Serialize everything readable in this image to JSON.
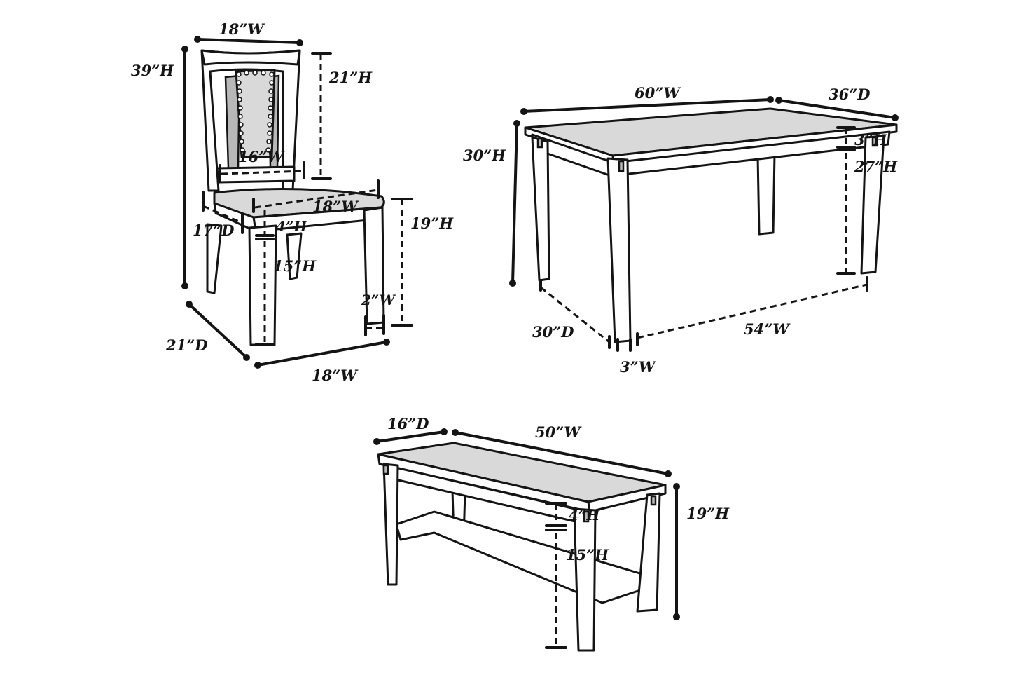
{
  "colors": {
    "ink": "#141414",
    "fill": "#d9d9d9",
    "panel": "#b8b8b8",
    "bg": "#ffffff"
  },
  "chair": {
    "overall_width": "18”W",
    "overall_height": "39”H",
    "back_height": "21”H",
    "back_width": "16”W",
    "seat_width": "18”W",
    "seat_depth": "17”D",
    "apron_height": "4”H",
    "seat_height": "19”H",
    "leg_height": "15”H",
    "leg_width": "2”W",
    "base_depth": "21”D",
    "base_width": "18”W"
  },
  "table": {
    "top_width": "60”W",
    "top_depth": "36”D",
    "height": "30”H",
    "apron_height": "3”H",
    "leg_height": "27”H",
    "base_depth": "30”D",
    "base_width": "54”W",
    "leg_width": "3”W"
  },
  "bench": {
    "depth": "16”D",
    "width": "50”W",
    "height": "19”H",
    "apron_height": "4”H",
    "leg_height": "15”H"
  }
}
